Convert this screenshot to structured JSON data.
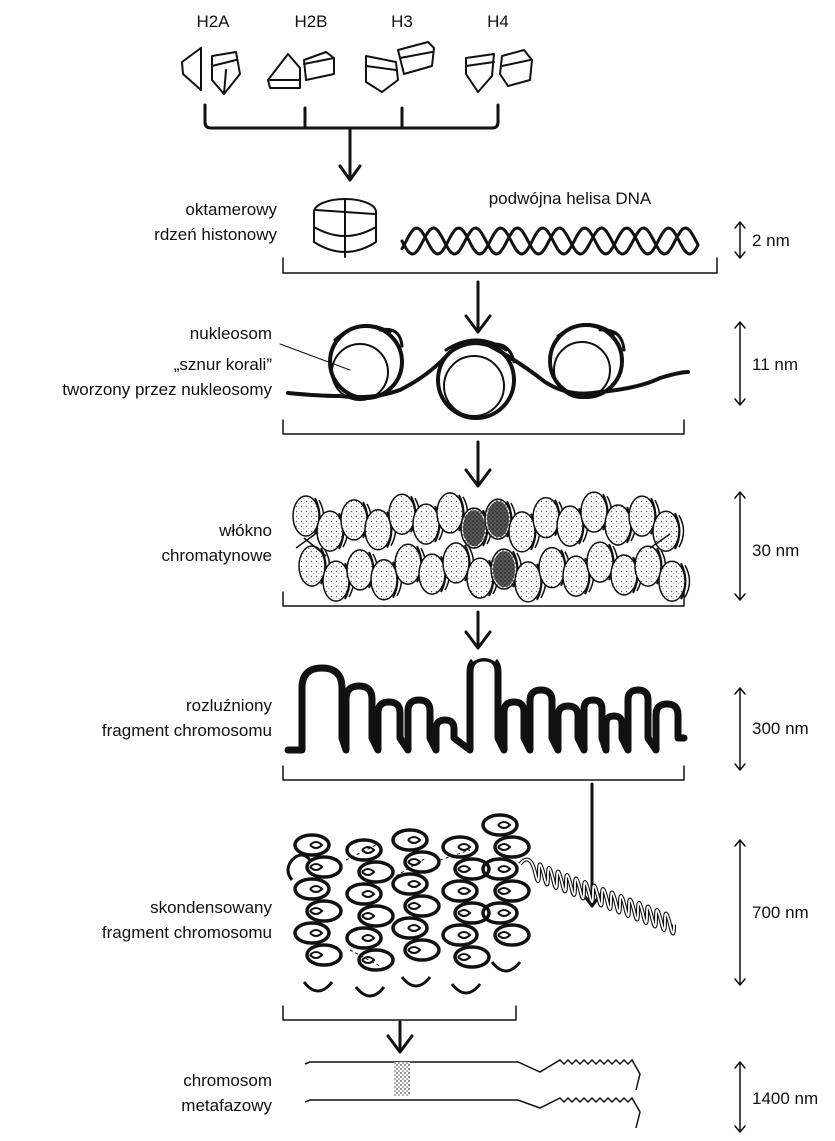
{
  "histones": [
    "H2A",
    "H2B",
    "H3",
    "H4"
  ],
  "stages": {
    "octamer_label": [
      "oktamerowy",
      "rdzeń histonowy"
    ],
    "dna_label": "podwójna helisa DNA",
    "nucleosome_label": "nukleosom",
    "beads_label": [
      "„sznur korali”",
      "tworzony przez nukleosomy"
    ],
    "fiber_label": [
      "włókno",
      "chromatynowe"
    ],
    "loose_label": [
      "rozluźniony",
      "fragment chromosomu"
    ],
    "condensed_label": [
      "skondensowany",
      "fragment chromosomu"
    ],
    "metaphase_label": [
      "chromosom",
      "metafazowy"
    ]
  },
  "scales": [
    "2 nm",
    "11 nm",
    "30 nm",
    "300 nm",
    "700 nm",
    "1400 nm"
  ]
}
